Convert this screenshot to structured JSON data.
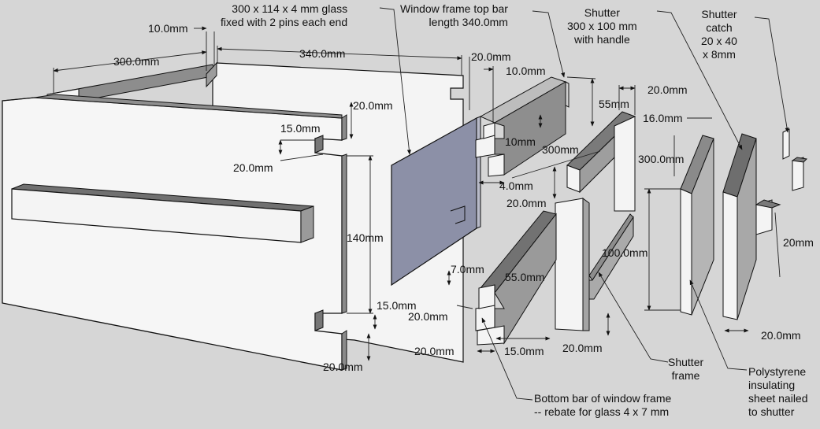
{
  "notes": {
    "glass": "300 x 114 x 4 mm glass\nfixed with 2 pins each end",
    "top_bar": "Window frame top bar\nlength 340.0mm",
    "shutter": "Shutter\n300 x 100 mm\nwith handle",
    "catch": "Shutter\ncatch\n20 x 40\nx 8mm",
    "shutter_frame": "Shutter\nframe",
    "polystyrene": "Polystyrene\ninsulating\nsheet nailed\nto shutter",
    "bottom_bar": "Bottom bar of window frame\n-- rebate for glass 4 x 7 mm"
  },
  "dims": {
    "d10_top": "10.0mm",
    "d300_left": "300.0mm",
    "d340": "340.0mm",
    "d20_top": "20.0mm",
    "d10_bar": "10.0mm",
    "d20_shutter": "20.0mm",
    "d55": "55mm",
    "d16": "16.0mm",
    "d20_notch_w": "20.0mm",
    "d15_notch": "15.0mm",
    "d20_notch_h": "20.0mm",
    "d10_rebate": "10mm",
    "d300_bar": "300mm",
    "d300_shutter": "300.0mm",
    "d4": "4.0mm",
    "d20_gap": "20.0mm",
    "d140": "140mm",
    "d100": "100.0mm",
    "d20_catch": "20mm",
    "d7": "7.0mm",
    "d55_bottom": "55.0mm",
    "d15_lower": "15.0mm",
    "d20_bottom_side": "20.0mm",
    "d20_bottom_left": "20.0mm",
    "d15_bottom": "15.0mm",
    "d20_bottom_right": "20.0mm",
    "d20_left_bottom": "20.0mm",
    "d20_shutter_bottom": "20.0mm"
  },
  "colors": {
    "face_light": "#f4f4f4",
    "face_shade": "#9a9a9a",
    "face_dark": "#6e6e6e",
    "glass": "#8a8fa6",
    "line": "#111111",
    "background": "#d6d6d6"
  }
}
